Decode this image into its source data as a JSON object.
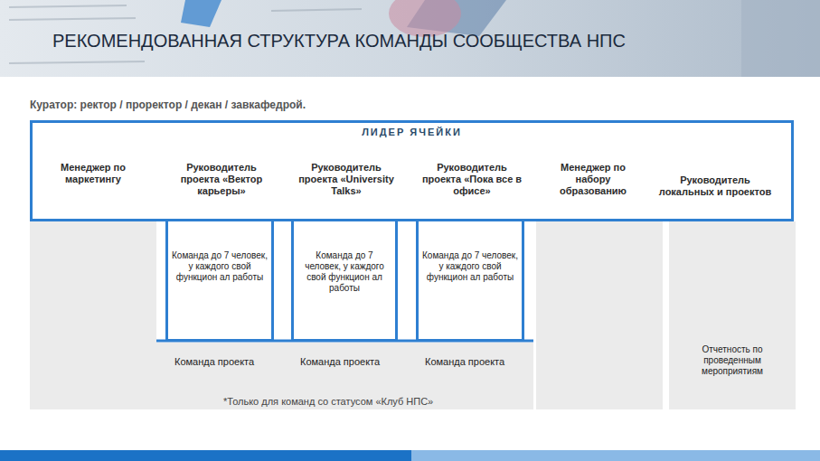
{
  "diagram": {
    "title": "РЕКОМЕНДОВАННАЯ СТРУКТУРА КОМАНДЫ СООБЩЕСТВА НПС",
    "nodes": [
      {
        "text": [
          "ЛИДЕР ЯЧЕЙКИ",
          "Менеджер по маркетингу",
          "Руководитель проекта «Вектор карьеры»",
          "Руководитель проекта «University Talks»",
          "Руководитель проекта «Пока все в офисе»",
          "Менеджер по набору образованию",
          "Руководитель локальных и проектов"
        ]
      },
      {
        "text": [
          "Команда до 7 человек, у каждого свой функцион ал работы"
        ]
      },
      {
        "text": [
          "Команда до 7 человек, у каждого свой функцион ал работы"
        ]
      },
      {
        "text": [
          "Команда до 7 человек, у каждого свой функцион ал работы"
        ]
      },
      {
        "text": [
          "Команда проекта"
        ]
      },
      {
        "text": [
          "Команда проекта"
        ]
      },
      {
        "text": [
          "Команда проекта"
        ]
      },
      {
        "text": [
          "Отчетность по проведенным мероприятиям"
        ]
      }
    ],
    "edges": [],
    "labels": [
      "Куратор: ректор / проректор / декан / завкафедрой.",
      "*Только для команд со статусом «Клуб НПС»"
    ]
  }
}
